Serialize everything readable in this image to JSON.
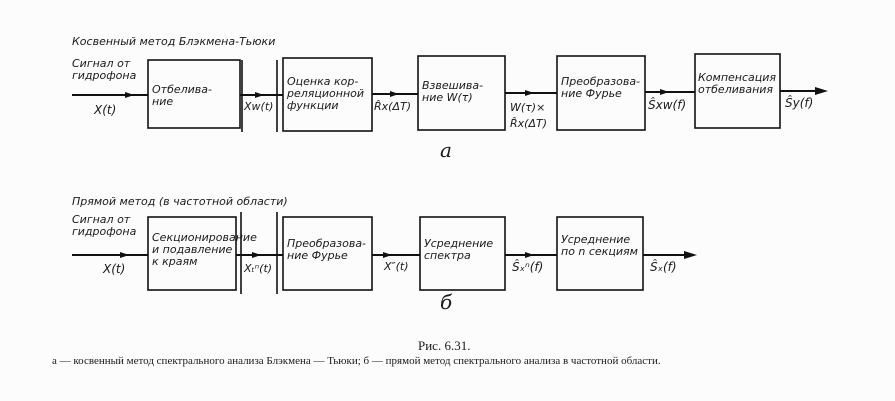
{
  "diagram_a": {
    "title": "Косвенный метод Блэкмена-Тьюки",
    "input_label": "Сигнал от гидрофона",
    "input_signal": "X(t)",
    "blocks": [
      "Отбелива-ние",
      "Оценка кор-реляционной функции",
      "Взвешива-ние W(τ)",
      "Преобразова-ние Фурье",
      "Компенсация отбеливания"
    ],
    "signals": [
      "Xw(t)",
      "R̂x(ΔT)",
      "W(τ)× R̂x(ΔT)",
      "Ŝxw(f)",
      "Ŝy(f)"
    ],
    "letter": "а"
  },
  "diagram_b": {
    "title": "Прямой метод (в частотной области)",
    "input_label": "Сигнал от гидрофона",
    "input_signal": "X(t)",
    "blocks": [
      "Секционирование и подавление к краям",
      "Преобразова-ние Фурье",
      "Усреднение спектра",
      "Усреднение по n секциям"
    ],
    "signals": [
      "Xₜⁿ(t)",
      "X″(t)",
      "Ŝₓⁿ(f)",
      "Ŝₓ(f)"
    ],
    "letter": "б"
  },
  "caption": {
    "figure": "Рис. 6.31.",
    "text": "а — косвенный метод спектрального анализа Блэкмена — Тьюки; б — прямой метод спектрального анализа в частотной области."
  }
}
